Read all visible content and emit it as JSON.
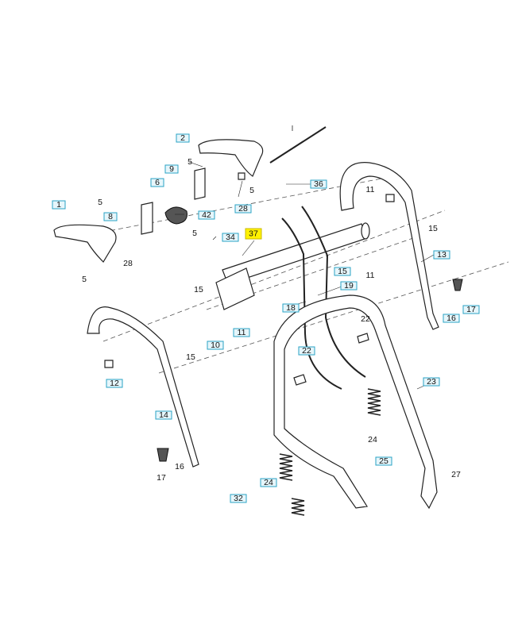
{
  "callouts": {
    "c1": "1",
    "c2": "2",
    "c8": "8",
    "c9": "9",
    "c6": "6",
    "c42": "42",
    "c34": "34",
    "c37": "37",
    "c28a": "28",
    "c36": "36",
    "c15a": "15",
    "c19": "19",
    "c18": "18",
    "c13": "13",
    "c17a": "17",
    "c16a": "16",
    "c10": "10",
    "c11a": "11",
    "c12": "12",
    "c14": "14",
    "c22a": "22",
    "c23": "23",
    "c25": "25",
    "c24a": "24",
    "c32": "32"
  },
  "labels": {
    "l5a": "5",
    "l5b": "5",
    "l5c": "5",
    "l5d": "5",
    "l5e": "5",
    "l28": "28",
    "l11a": "11",
    "l11b": "11",
    "l15a": "15",
    "l15b": "15",
    "l15c": "15",
    "l22": "22",
    "l24": "24",
    "l17": "17",
    "l16": "16",
    "l27": "27"
  },
  "highlight": "37",
  "colors": {
    "callout_border": "#2aa3c4",
    "callout_fill": "#e6f6fb",
    "highlight": "#fff200"
  }
}
